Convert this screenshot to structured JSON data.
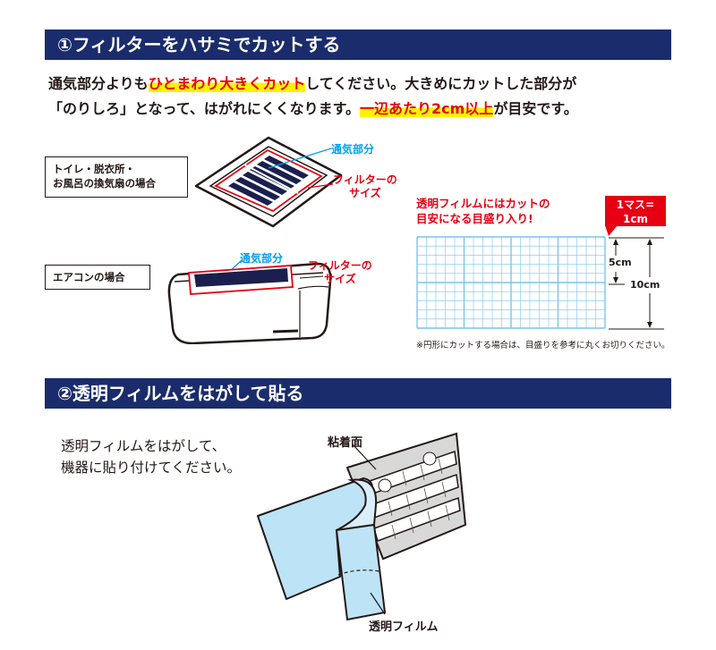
{
  "section1": {
    "title": "①フィルターをハサミでカットする",
    "line1_a": "通気部分よりも",
    "line1_hl": "ひとまわり大きくカット",
    "line1_b": "してください。大きめにカットした部分が",
    "line2_a": "「のりしろ」となって、はがれにくくなります。",
    "line2_hl": "一辺あたり2cm以上",
    "line2_b": "が目安です。",
    "fan_label_1": "トイレ・脱衣所・",
    "fan_label_2": "お風呂の換気扇の場合",
    "ac_label": "エアコンの場合",
    "vent_label": "通気部分",
    "filter_label_1": "フィルターの",
    "filter_label_2": "サイズ",
    "grid_note_1": "透明フィルムにはカットの",
    "grid_note_2": "目安になる目盛り入り!",
    "scale_1": "1マス=",
    "scale_2": "1cm",
    "dim_5": "5cm",
    "dim_10": "10cm",
    "footnote": "※円形にカットする場合は、目盛りを参考に丸くお切りください。"
  },
  "section2": {
    "title": "②透明フィルムをはがして貼る",
    "line1": "透明フィルムをはがして、",
    "line2": "機器に貼り付けてください。",
    "adhesive_label": "粘着面",
    "film_label": "透明フィルム"
  },
  "colors": {
    "banner": "#1a2c6b",
    "accent_red": "#e60012",
    "accent_blue": "#00a0e9",
    "highlight": "#fff200"
  }
}
